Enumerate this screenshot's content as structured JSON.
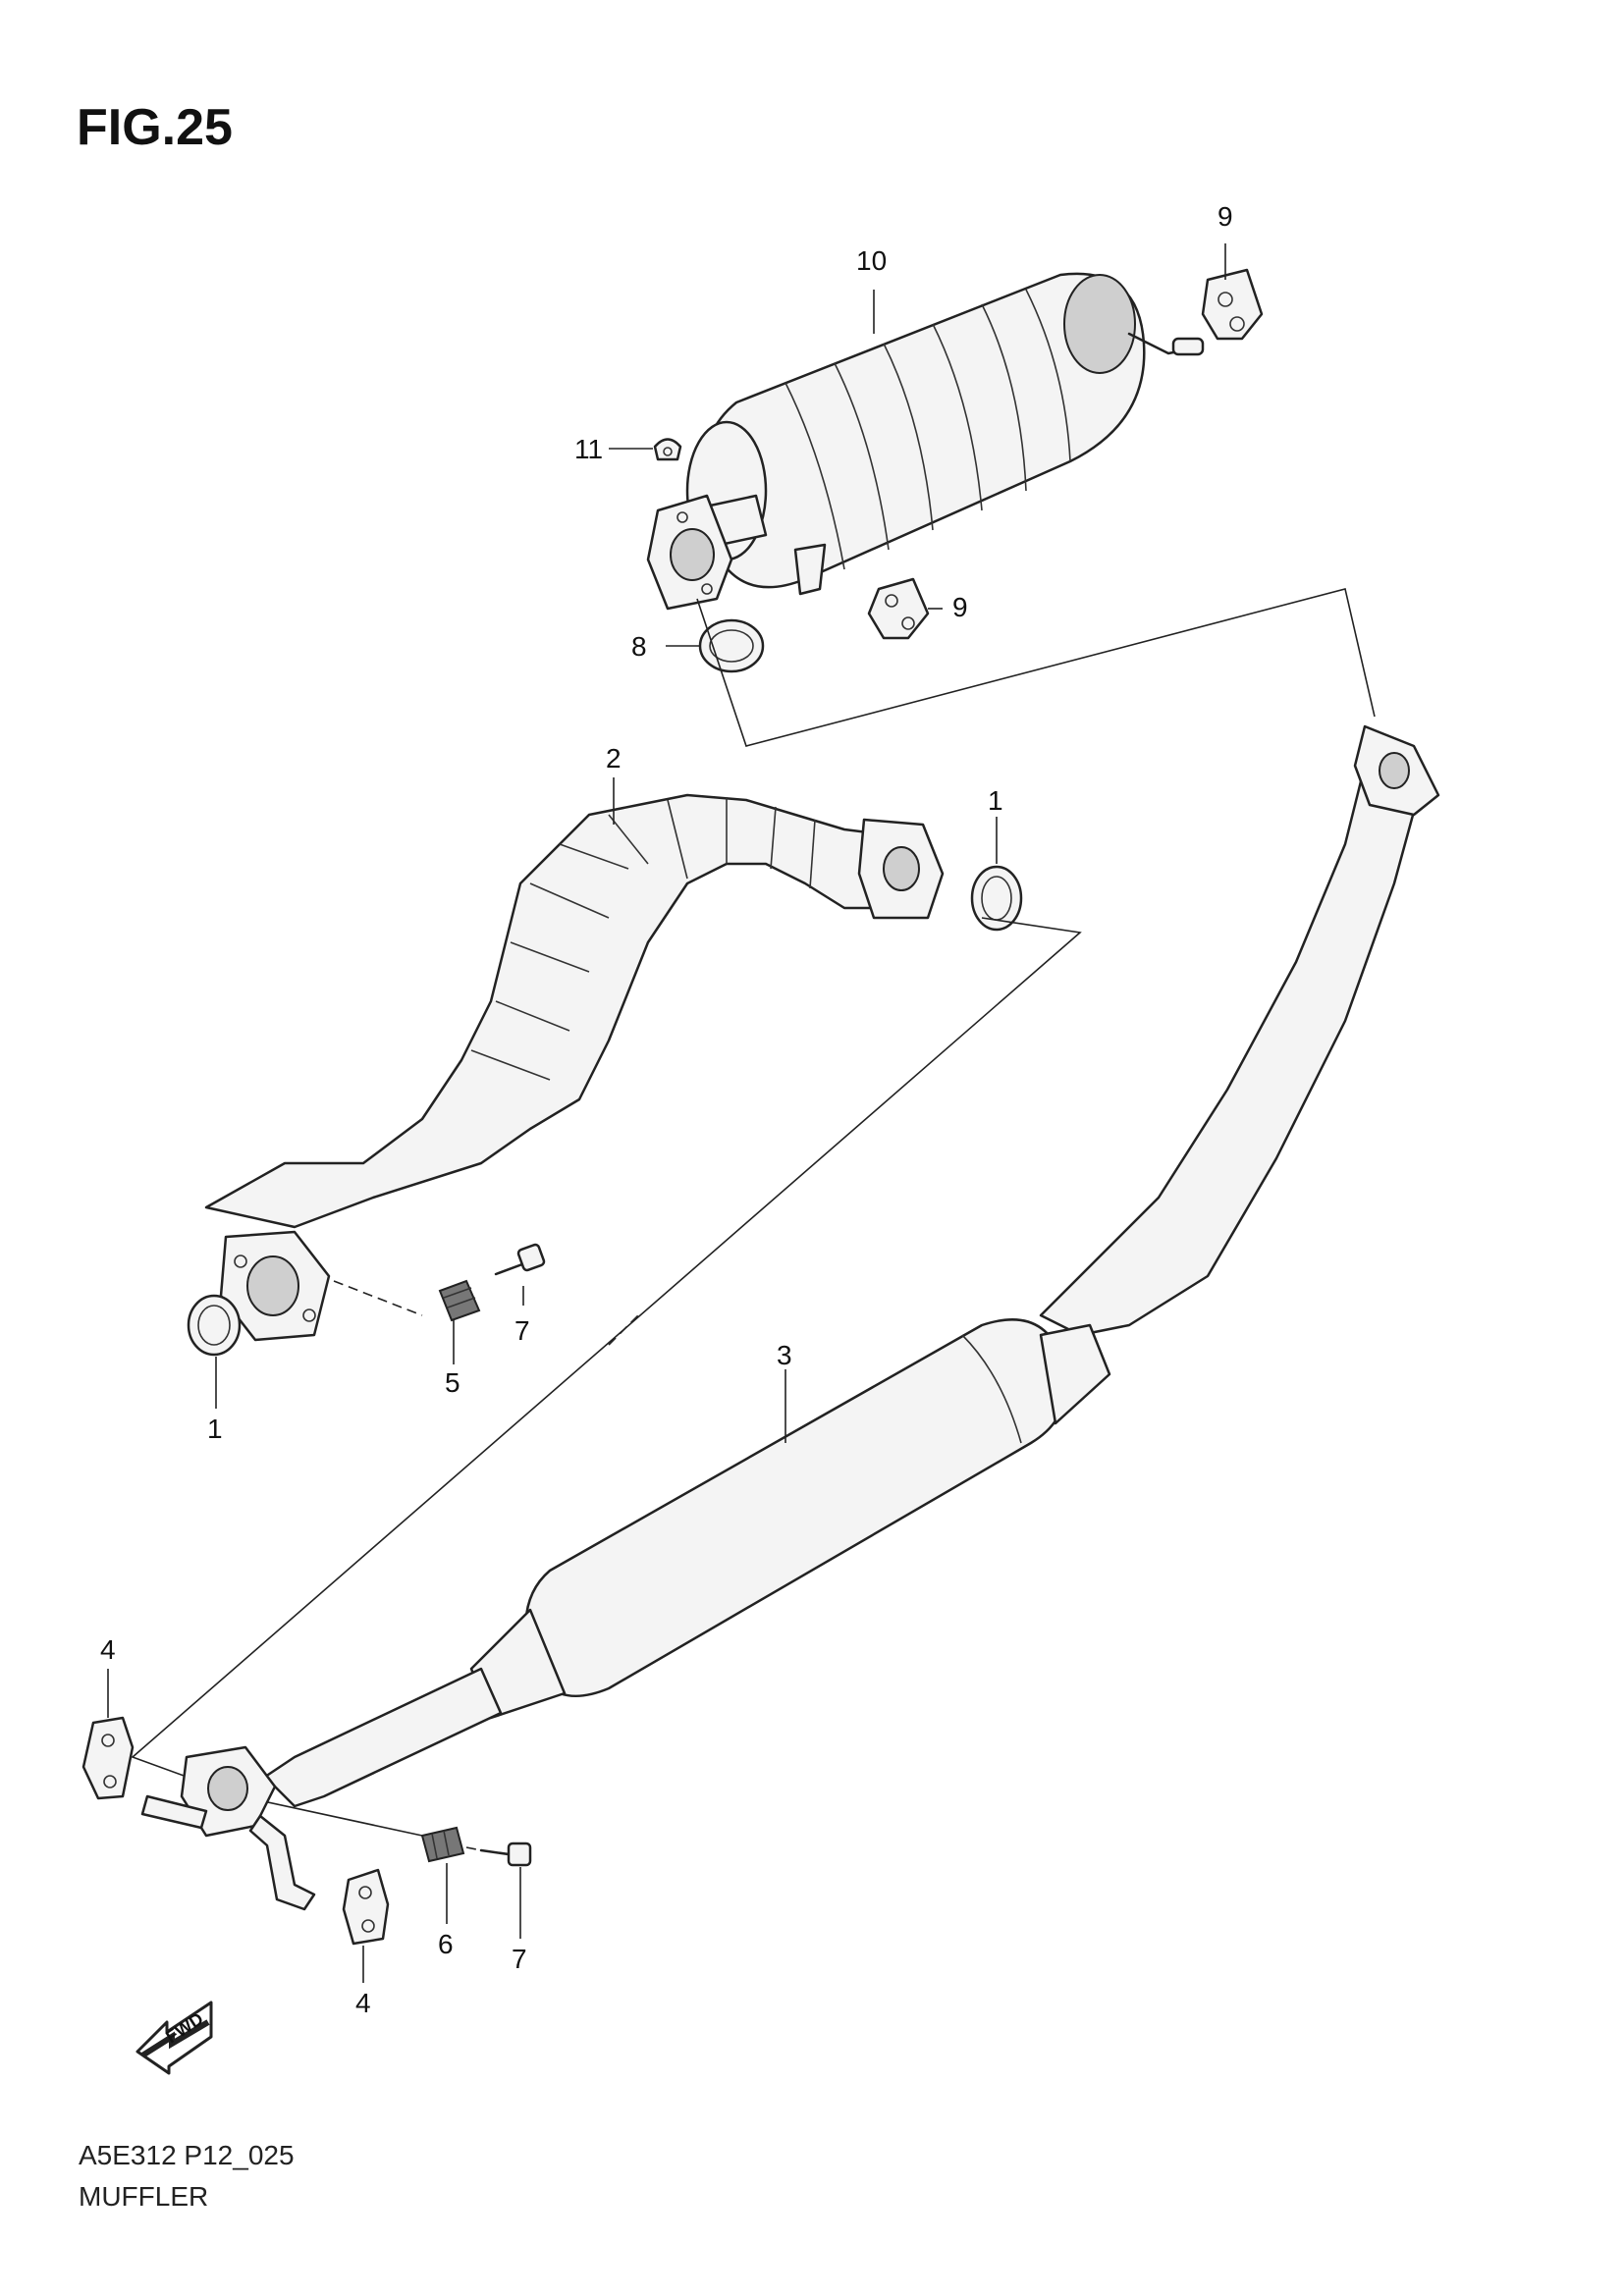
{
  "figure": {
    "title": "FIG.25",
    "code": "A5E312 P12_025",
    "name": "MUFFLER"
  },
  "fwd_marker": "FWD",
  "callouts": [
    {
      "id": "c10",
      "text": "10"
    },
    {
      "id": "c9a",
      "text": "9"
    },
    {
      "id": "c11",
      "text": "11"
    },
    {
      "id": "c9b",
      "text": "9"
    },
    {
      "id": "c8",
      "text": "8"
    },
    {
      "id": "c2",
      "text": "2"
    },
    {
      "id": "c1a",
      "text": "1"
    },
    {
      "id": "c7a",
      "text": "7"
    },
    {
      "id": "c5",
      "text": "5"
    },
    {
      "id": "c1b",
      "text": "1"
    },
    {
      "id": "c3",
      "text": "3"
    },
    {
      "id": "c4a",
      "text": "4"
    },
    {
      "id": "c6",
      "text": "6"
    },
    {
      "id": "c7b",
      "text": "7"
    },
    {
      "id": "c4b",
      "text": "4"
    }
  ]
}
